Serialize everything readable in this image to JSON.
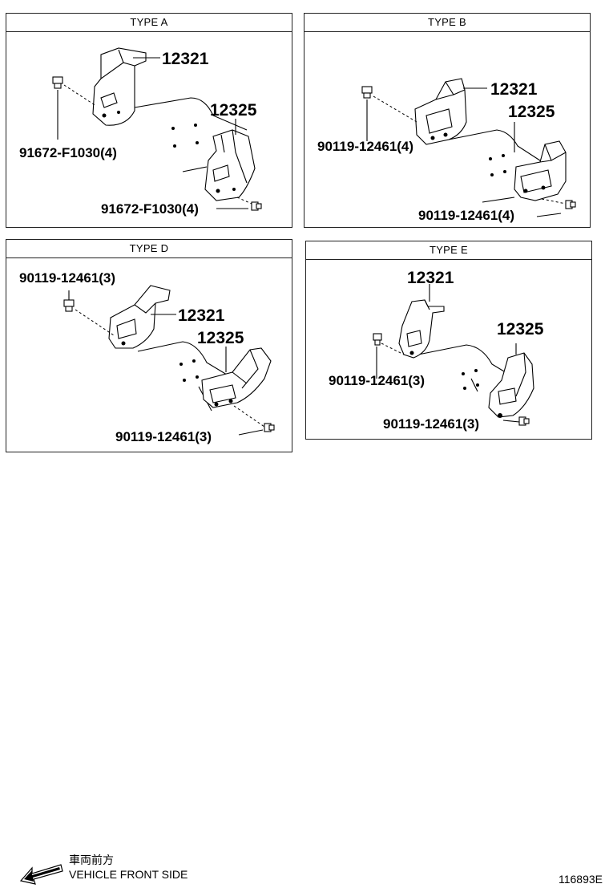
{
  "panels": [
    {
      "title": "TYPE A",
      "part_upper": "12321",
      "part_lower": "12325",
      "bolt_upper": "91672-F1030(4)",
      "bolt_lower": "91672-F1030(4)"
    },
    {
      "title": "TYPE B",
      "part_upper": "12321",
      "part_lower": "12325",
      "bolt_upper": "90119-12461(4)",
      "bolt_lower": "90119-12461(4)"
    },
    {
      "title": "TYPE D",
      "part_upper": "12321",
      "part_lower": "12325",
      "bolt_upper": "90119-12461(3)",
      "bolt_lower": "90119-12461(3)"
    },
    {
      "title": "TYPE  E",
      "part_upper": "12321",
      "part_lower": "12325",
      "bolt_upper": "90119-12461(3)",
      "bolt_lower": "90119-12461(3)"
    }
  ],
  "footer": {
    "direction_jp": "車両前方",
    "direction_en": "VEHICLE FRONT SIDE",
    "figure_id": "116893E"
  }
}
